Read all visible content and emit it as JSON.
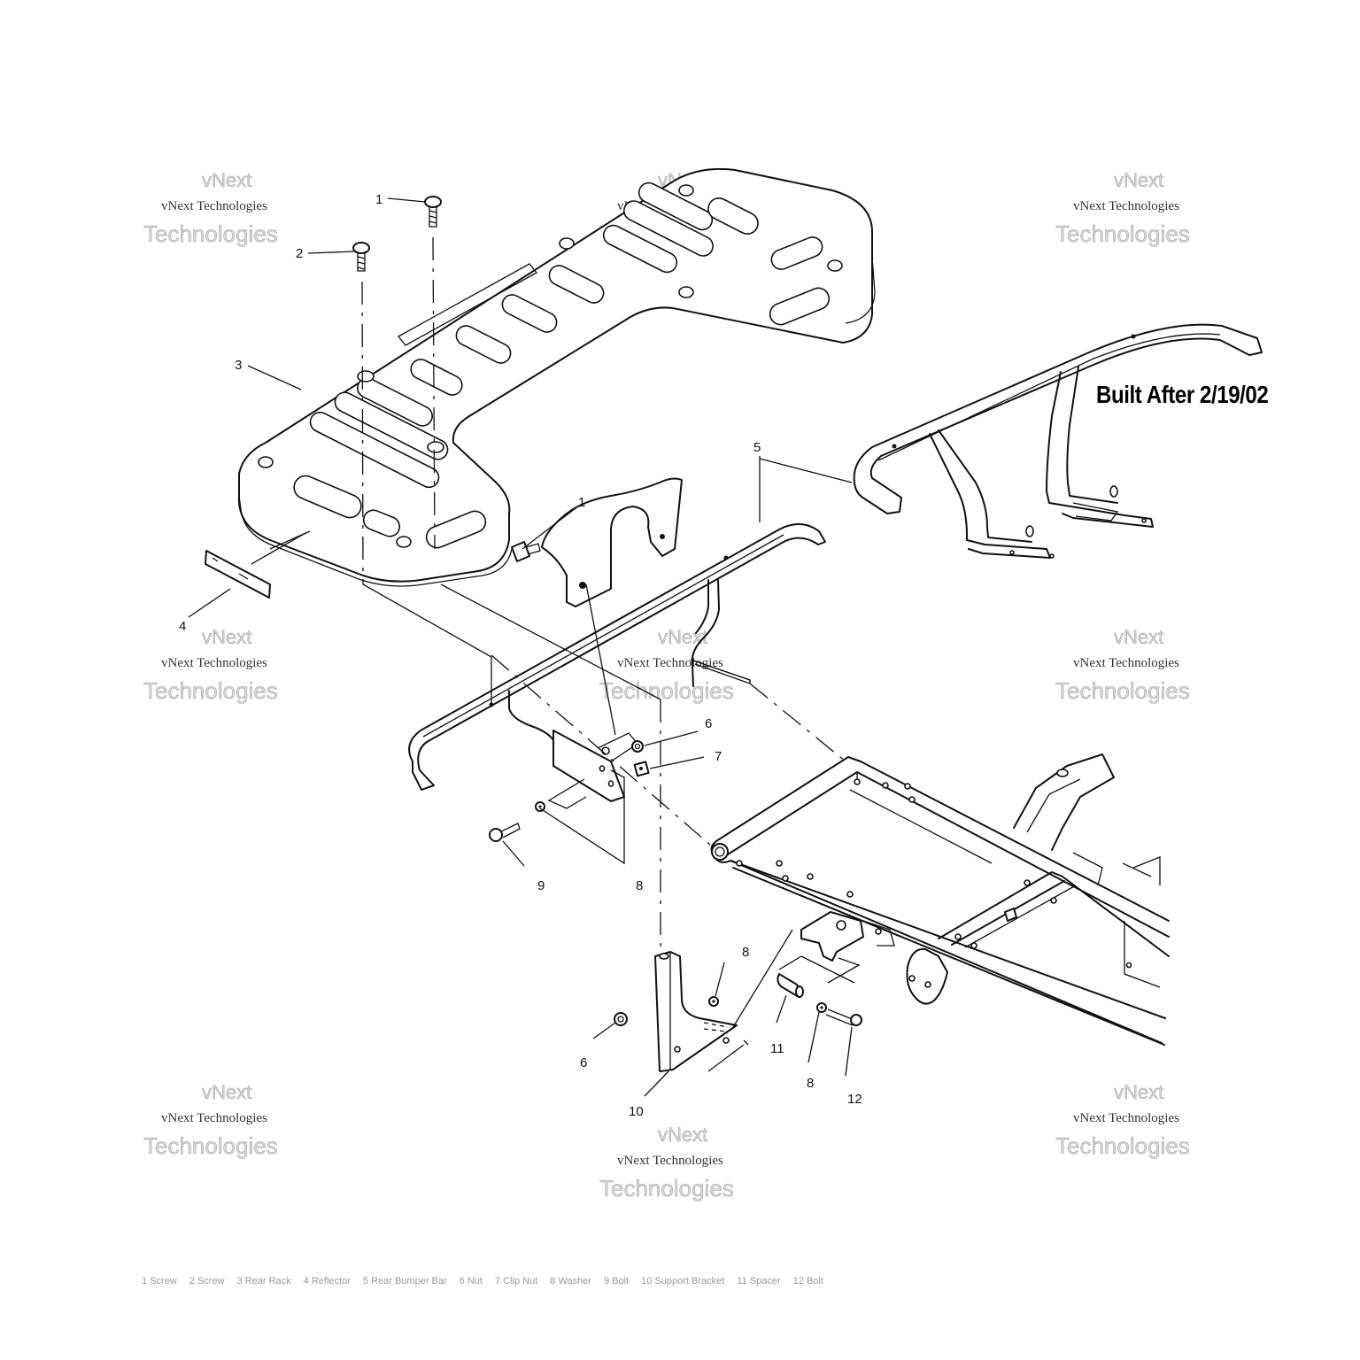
{
  "diagram": {
    "title_note": "Built After 2/19/02",
    "callouts": {
      "screw_top": "1",
      "screw_left": "2",
      "rack": "3",
      "reflector": "4",
      "rear_bar": "5",
      "nut_upper": "6",
      "clip_nut": "7",
      "washer_mid": "8",
      "bolt_mid": "9",
      "bolt_bracket": "1",
      "washer_lower": "8",
      "nut_lower": "6",
      "bracket": "10",
      "spacer": "11",
      "washer_bottom": "8",
      "bolt_bottom": "12"
    },
    "parts": [
      {
        "number": "1",
        "name": "Screw"
      },
      {
        "number": "2",
        "name": "Screw"
      },
      {
        "number": "3",
        "name": "Rear Rack"
      },
      {
        "number": "4",
        "name": "Reflector"
      },
      {
        "number": "5",
        "name": "Rear Bumper Bar"
      },
      {
        "number": "6",
        "name": "Nut"
      },
      {
        "number": "7",
        "name": "Clip Nut"
      },
      {
        "number": "8",
        "name": "Washer"
      },
      {
        "number": "9",
        "name": "Bolt"
      },
      {
        "number": "10",
        "name": "Support Bracket"
      },
      {
        "number": "11",
        "name": "Spacer"
      },
      {
        "number": "12",
        "name": "Bolt"
      }
    ]
  },
  "watermark": {
    "small_text": "vNext Technologies",
    "big_line1": "vNext",
    "big_line2": "Technologies"
  },
  "colors": {
    "line": "#111111",
    "background": "#ffffff",
    "watermark_outline": "#bbbbbb"
  }
}
